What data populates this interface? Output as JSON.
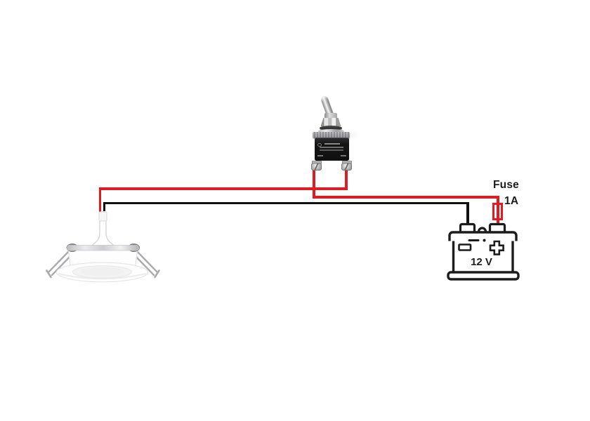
{
  "canvas": {
    "background": "#ffffff"
  },
  "colors": {
    "positive_wire": "#e01b24",
    "negative_wire": "#121212",
    "outline": "#1c1c1c"
  },
  "labels": {
    "fuse_name": "Fuse",
    "fuse_rating": "1A",
    "battery_voltage": "12 V"
  },
  "components": {
    "switch": "toggle-switch",
    "lamp": "recessed-led-downlight",
    "battery": "12v-battery",
    "fuse": "fuse-1a"
  }
}
